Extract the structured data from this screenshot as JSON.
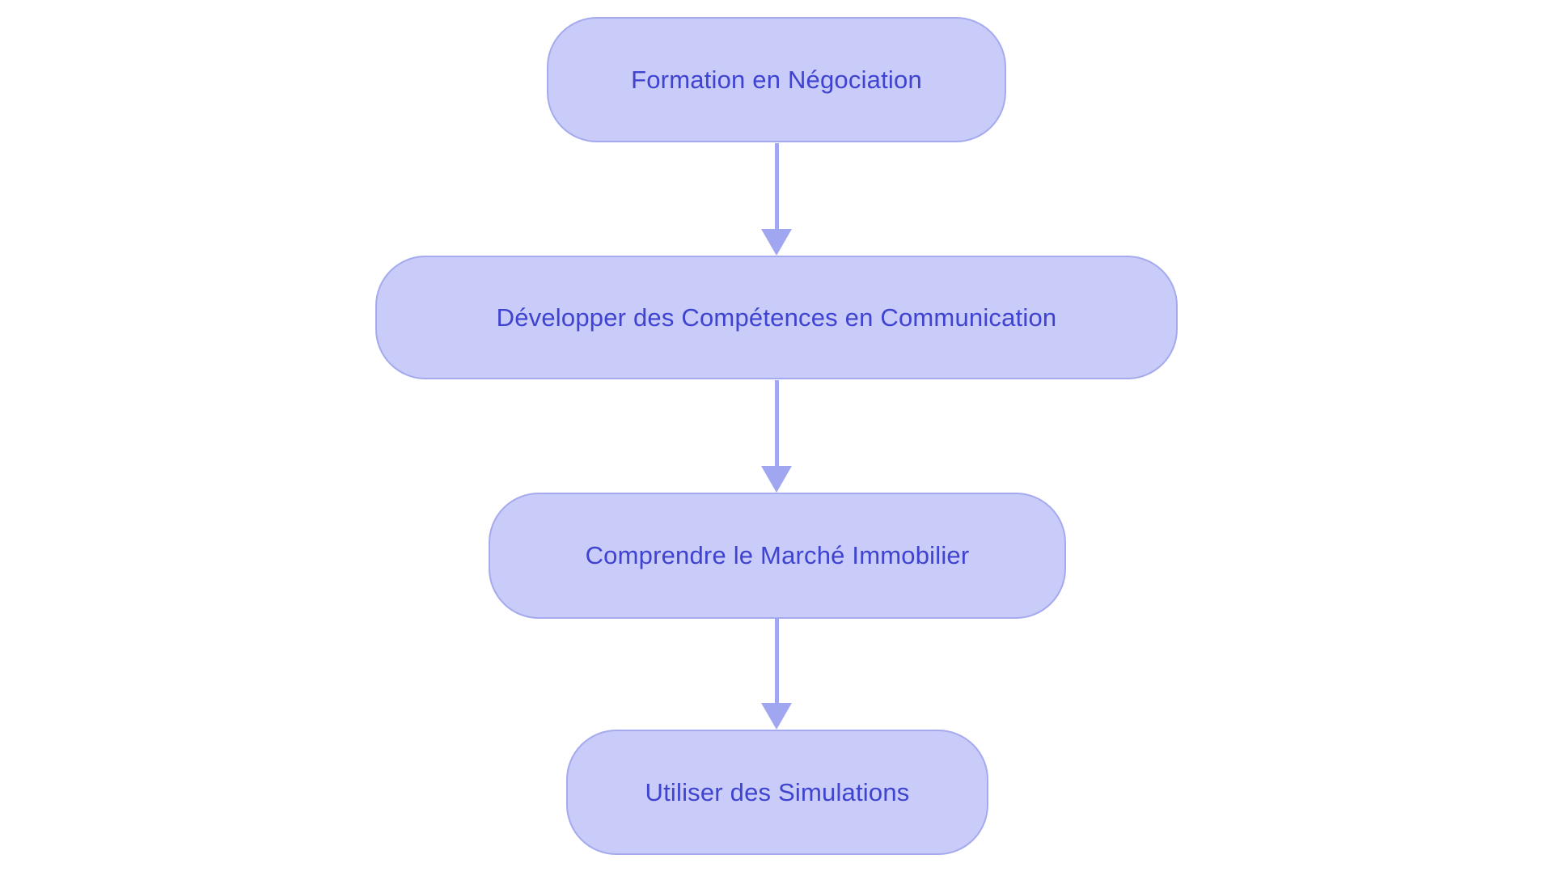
{
  "diagram": {
    "type": "flowchart",
    "direction": "top-down",
    "nodes": [
      {
        "id": "n1",
        "label": "Formation en Négociation"
      },
      {
        "id": "n2",
        "label": "Développer des Compétences en Communication"
      },
      {
        "id": "n3",
        "label": "Comprendre le Marché Immobilier"
      },
      {
        "id": "n4",
        "label": "Utiliser des Simulations"
      }
    ],
    "edges": [
      {
        "from": "n1",
        "to": "n2"
      },
      {
        "from": "n2",
        "to": "n3"
      },
      {
        "from": "n3",
        "to": "n4"
      }
    ],
    "colors": {
      "node_fill": "#c9cbf8",
      "node_border": "#a5aaee",
      "node_text": "#3e43d0",
      "arrow": "#a0a6f0",
      "background": "#ffffff"
    }
  }
}
